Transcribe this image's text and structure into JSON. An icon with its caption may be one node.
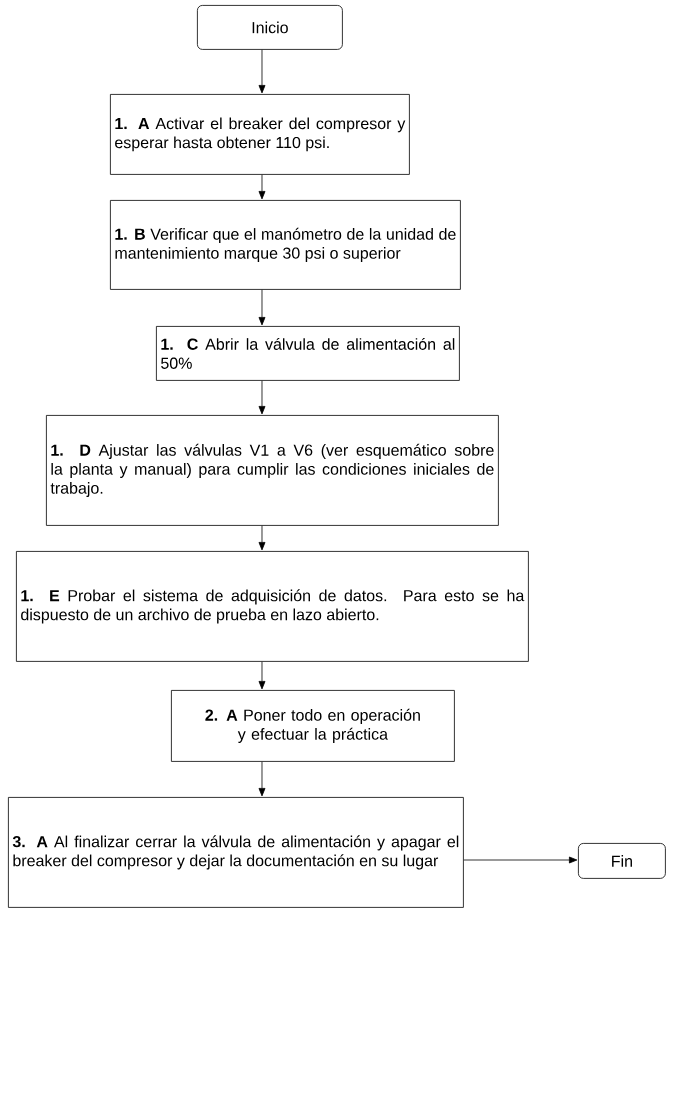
{
  "diagram": {
    "nodes": [
      {
        "text": [
          "Inicio"
        ]
      },
      {
        "text": [
          "**1. A** Activar el breaker del compresor y esperar hasta obtener 110 psi."
        ]
      },
      {
        "text": [
          "**1. B** Verificar que el manómetro de la unidad de mantenimiento marque 30 psi o superior"
        ]
      },
      {
        "text": [
          "**1. C** Abrir la válvula de alimentación al 50%"
        ]
      },
      {
        "text": [
          "**1. D** Ajustar las válvulas V1 a V6 (ver esquemático sobre la planta y manual) para cumplir las condiciones iniciales de trabajo."
        ]
      },
      {
        "text": [
          "**1. E** Probar el sistema de adquisición de datos. Para esto se ha dispuesto de un archivo de prueba en lazo abierto."
        ]
      },
      {
        "text": [
          "**2. A** Poner todo en operación y efectuar la práctica"
        ]
      },
      {
        "text": [
          "**3. A** Al finalizar cerrar la válvula de alimentación y apagar el breaker del compresor y dejar la documentación en su lugar"
        ]
      },
      {
        "text": [
          "Fin"
        ]
      }
    ],
    "edges": [
      {
        "from": 0,
        "to": 1,
        "arrow": "to"
      },
      {
        "from": 1,
        "to": 2,
        "arrow": "to"
      },
      {
        "from": 2,
        "to": 3,
        "arrow": "to"
      },
      {
        "from": 3,
        "to": 4,
        "arrow": "to"
      },
      {
        "from": 4,
        "to": 5,
        "arrow": "to"
      },
      {
        "from": 5,
        "to": 6,
        "arrow": "to"
      },
      {
        "from": 6,
        "to": 7,
        "arrow": "to"
      },
      {
        "from": 7,
        "to": 8,
        "arrow": "to"
      }
    ]
  }
}
